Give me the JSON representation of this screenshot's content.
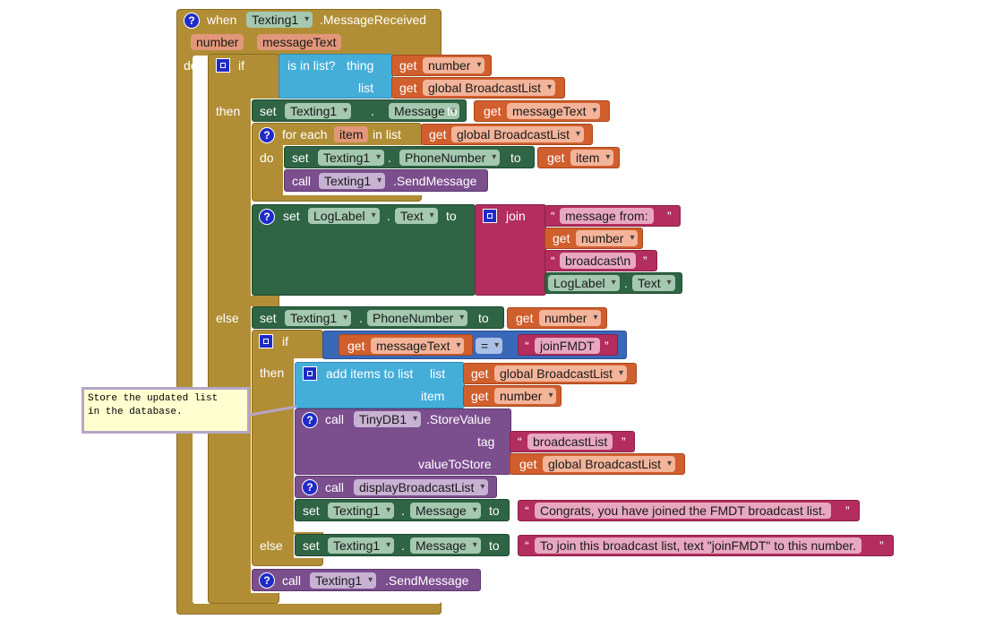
{
  "event": {
    "when": "when",
    "component": "Texting1",
    "event_name": ".MessageReceived",
    "params": [
      "number",
      "messageText"
    ],
    "do": "do"
  },
  "if1": {
    "if": "if",
    "is_in_list": "is in list?",
    "thing": "thing",
    "list": "list",
    "get": "get",
    "thing_var": "number",
    "list_var": "global BroadcastList",
    "then": "then",
    "else": "else"
  },
  "then_branch": {
    "set": "set",
    "component": "Texting1",
    "dot": ".",
    "prop_message": "Message",
    "to": "to",
    "get": "get",
    "message_var": "messageText",
    "for_each": "for each",
    "item_var": "item",
    "in_list": "in list",
    "do": "do",
    "list_var": "global BroadcastList",
    "prop_phone": "PhoneNumber",
    "item_get": "item",
    "call": "call",
    "send_message": ".SendMessage"
  },
  "log_set": {
    "set": "set",
    "component": "LogLabel",
    "dot": ".",
    "prop": "Text",
    "to": "to",
    "join": "join",
    "text1": "message from:",
    "get": "get",
    "var": "number",
    "text2": "broadcast\\n",
    "prop_component": "LogLabel",
    "prop_text": "Text"
  },
  "else_branch": {
    "set": "set",
    "component": "Texting1",
    "dot": ".",
    "prop_phone": "PhoneNumber",
    "to": "to",
    "get": "get",
    "var": "number",
    "if": "if",
    "cond_var": "messageText",
    "equals": "=",
    "cond_text": "joinFMDT",
    "then": "then",
    "else": "else",
    "add_items": "add items to list",
    "list": "list",
    "item": "item",
    "list_var": "global BroadcastList",
    "item_var": "number",
    "call": "call",
    "db": "TinyDB1",
    "store_value": ".StoreValue",
    "tag": "tag",
    "tag_value": "broadcastList",
    "value_to_store": "valueToStore",
    "store_var": "global BroadcastList",
    "display_proc": "displayBroadcastList",
    "prop_message": "Message",
    "congrats": "Congrats, you have joined the FMDT broadcast list.",
    "to_join": "To join this broadcast list, text \"joinFMDT\" to this number.",
    "send_message": ".SendMessage"
  },
  "comment": {
    "text": "Store the updated list\nin the database."
  },
  "colors": {
    "event": "#b18e35",
    "lists": "#44aed9",
    "variables": "#d05f2d",
    "components": "#2f6444",
    "procedures": "#7b4e8e",
    "text": "#b32d5e",
    "logic": "#3a68b8"
  }
}
